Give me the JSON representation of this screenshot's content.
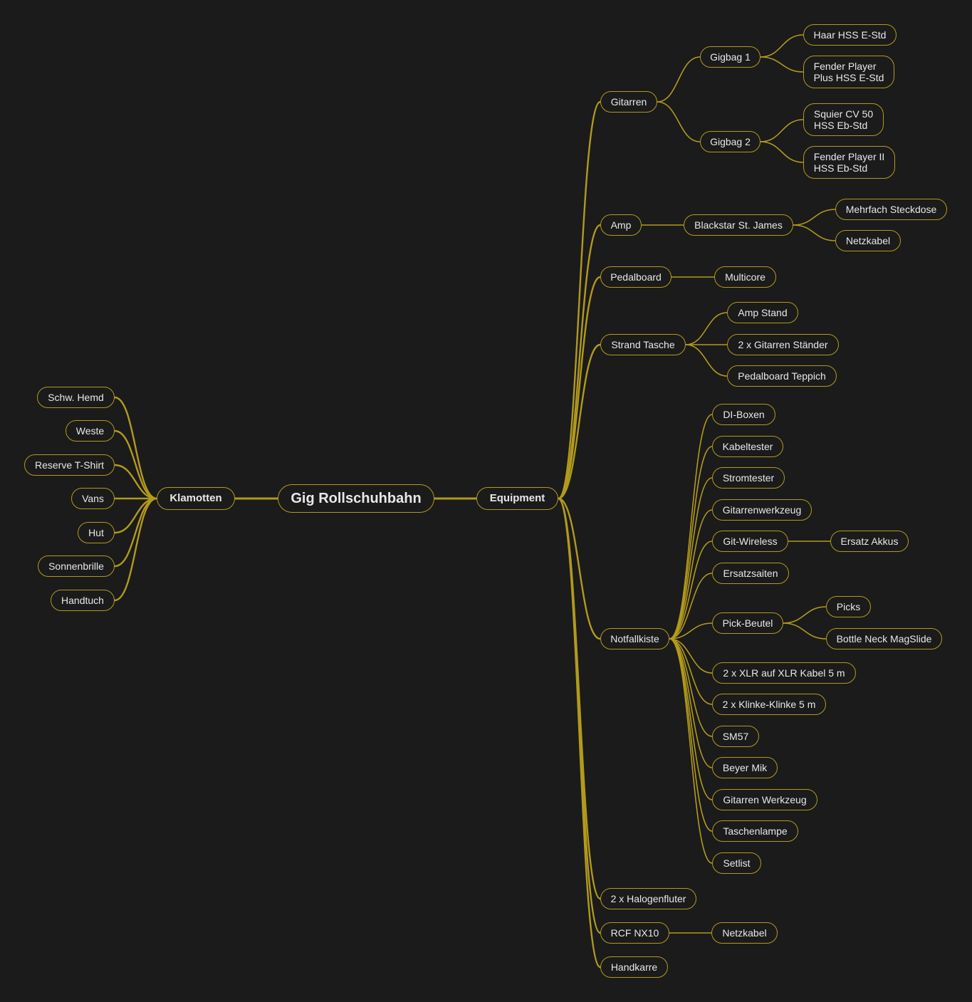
{
  "diagram": {
    "colors": {
      "background": "#1b1b1b",
      "line": "#b29a1c",
      "text": "#e8e8e8"
    },
    "root": "Gig Rollschuhbahn",
    "left": [
      {
        "label": "Klamotten",
        "children": [
          {
            "label": "Schw. Hemd"
          },
          {
            "label": "Weste"
          },
          {
            "label": "Reserve T-Shirt"
          },
          {
            "label": "Vans"
          },
          {
            "label": "Hut"
          },
          {
            "label": "Sonnenbrille"
          },
          {
            "label": "Handtuch"
          }
        ]
      }
    ],
    "right": [
      {
        "label": "Equipment",
        "children": [
          {
            "label": "Gitarren",
            "children": [
              {
                "label": "Gigbag 1",
                "children": [
                  {
                    "label": "Haar HSS E-Std"
                  },
                  {
                    "label": "Fender Player\nPlus HSS E-Std"
                  }
                ]
              },
              {
                "label": "Gigbag 2",
                "children": [
                  {
                    "label": "Squier CV 50\nHSS Eb-Std"
                  },
                  {
                    "label": "Fender Player II\nHSS Eb-Std"
                  }
                ]
              }
            ]
          },
          {
            "label": "Amp",
            "children": [
              {
                "label": "Blackstar St. James",
                "children": [
                  {
                    "label": "Mehrfach Steckdose"
                  },
                  {
                    "label": "Netzkabel"
                  }
                ]
              }
            ]
          },
          {
            "label": "Pedalboard",
            "children": [
              {
                "label": "Multicore"
              }
            ]
          },
          {
            "label": "Strand Tasche",
            "children": [
              {
                "label": "Amp Stand"
              },
              {
                "label": "2 x Gitarren Ständer"
              },
              {
                "label": "Pedalboard Teppich"
              }
            ]
          },
          {
            "label": "Notfallkiste",
            "children": [
              {
                "label": "DI-Boxen"
              },
              {
                "label": "Kabeltester"
              },
              {
                "label": "Stromtester"
              },
              {
                "label": "Gitarrenwerkzeug"
              },
              {
                "label": "Git-Wireless",
                "children": [
                  {
                    "label": "Ersatz Akkus"
                  }
                ]
              },
              {
                "label": "Ersatzsaiten"
              },
              {
                "label": "Pick-Beutel",
                "children": [
                  {
                    "label": "Picks"
                  },
                  {
                    "label": "Bottle Neck MagSlide"
                  }
                ]
              },
              {
                "label": "2 x XLR auf XLR Kabel 5 m"
              },
              {
                "label": "2 x Klinke-Klinke 5 m"
              },
              {
                "label": "SM57"
              },
              {
                "label": "Beyer Mik"
              },
              {
                "label": "Gitarren Werkzeug"
              },
              {
                "label": "Taschenlampe"
              },
              {
                "label": "Setlist"
              }
            ]
          },
          {
            "label": "2 x Halogenfluter"
          },
          {
            "label": "RCF NX10",
            "children": [
              {
                "label": "Netzkabel"
              }
            ]
          },
          {
            "label": "Handkarre"
          }
        ]
      }
    ]
  }
}
